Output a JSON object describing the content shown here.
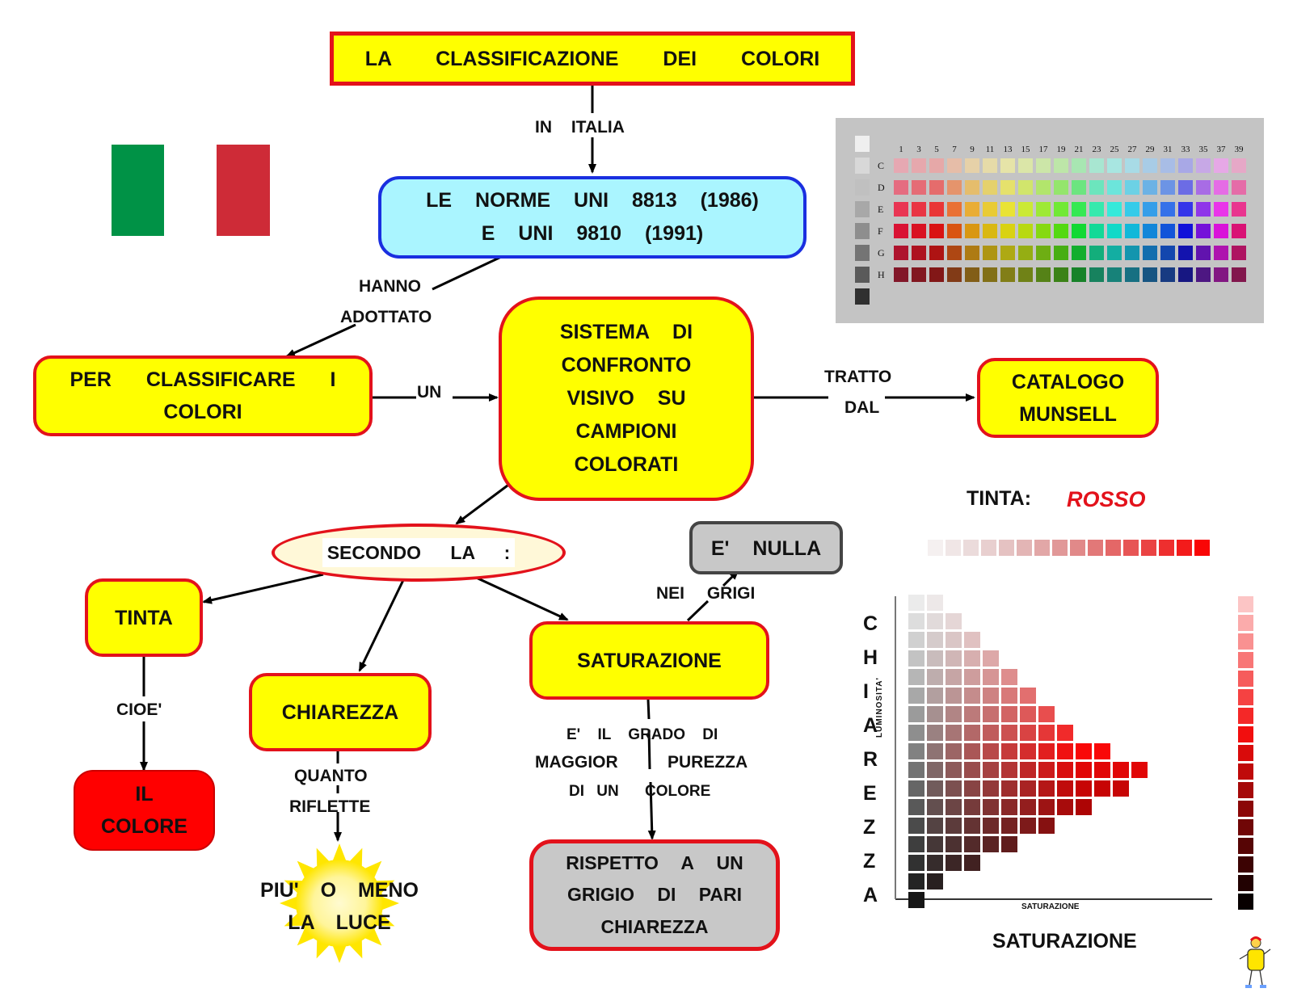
{
  "title": "LA CLASSIFICAZIONE DEI COLORI",
  "nodes": {
    "norme_line1": "LE NORME UNI 8813 (1986)",
    "norme_line2": "E UNI 9810 (1991)",
    "per_line1": "PER CLASSIFICARE I",
    "per_line2": "COLORI",
    "sistema": [
      "SISTEMA DI",
      "CONFRONTO",
      "VISIVO SU",
      "CAMPIONI",
      "COLORATI"
    ],
    "catalogo_line1": "CATALOGO",
    "catalogo_line2": "MUNSELL",
    "secondo": "SECONDO LA :",
    "tinta": "TINTA",
    "chiarezza": "CHIAREZZA",
    "saturazione": "SATURAZIONE",
    "nulla": "E' NULLA",
    "il_colore_line1": "IL",
    "il_colore_line2": "COLORE",
    "rispetto": [
      "RISPETTO A UN",
      "GRIGIO DI PARI",
      "CHIAREZZA"
    ],
    "piu_line1": "PIU' O MENO",
    "piu_line2": "LA LUCE"
  },
  "links": {
    "in_italia": "IN ITALIA",
    "hanno": "HANNO",
    "adottato": "ADOTTATO",
    "un": "UN",
    "tratto": "TRATTO",
    "dal": "DAL",
    "nei_grigi": "NEI GRIGI",
    "cioe": "CIOE'",
    "quanto": "QUANTO",
    "riflette": "RIFLETTE",
    "grado_line1": "E' IL GRADO DI",
    "grado_line2_left": "MAGGIOR",
    "grado_line2_right": "PUREZZA",
    "grado_line3_left": "DI UN",
    "grado_line3_right": "COLORE"
  },
  "munsell_chart": {
    "column_numbers": [
      "1",
      "3",
      "5",
      "7",
      "9",
      "11",
      "13",
      "15",
      "17",
      "19",
      "21",
      "23",
      "25",
      "27",
      "29",
      "31",
      "33",
      "35",
      "37",
      "39"
    ],
    "row_letters": [
      "C",
      "D",
      "E",
      "F",
      "G",
      "H"
    ]
  },
  "tinta_chart": {
    "tinta_label": "TINTA:",
    "tinta_value": "ROSSO",
    "vertical_letters": [
      "C",
      "H",
      "I",
      "A",
      "R",
      "E",
      "Z",
      "Z",
      "A"
    ],
    "axis_y": "LUMINOSITA'",
    "axis_x": "SATURAZIONE",
    "caption": "SATURAZIONE"
  },
  "colors": {
    "node_yellow": "#ffff00",
    "node_border_red": "#e3121b",
    "blue_node": "#aaf5ff",
    "blue_border": "#1a2fe0",
    "grey_node": "#c8c8c8",
    "red_node": "#ff0000",
    "secondo_fill": "#fff8d8",
    "flag_green": "#009246",
    "flag_red": "#ce2b37",
    "rosso_text": "#e3121b"
  },
  "icons": [
    "sun-icon",
    "italy-flag-icon",
    "mascot-icon"
  ]
}
